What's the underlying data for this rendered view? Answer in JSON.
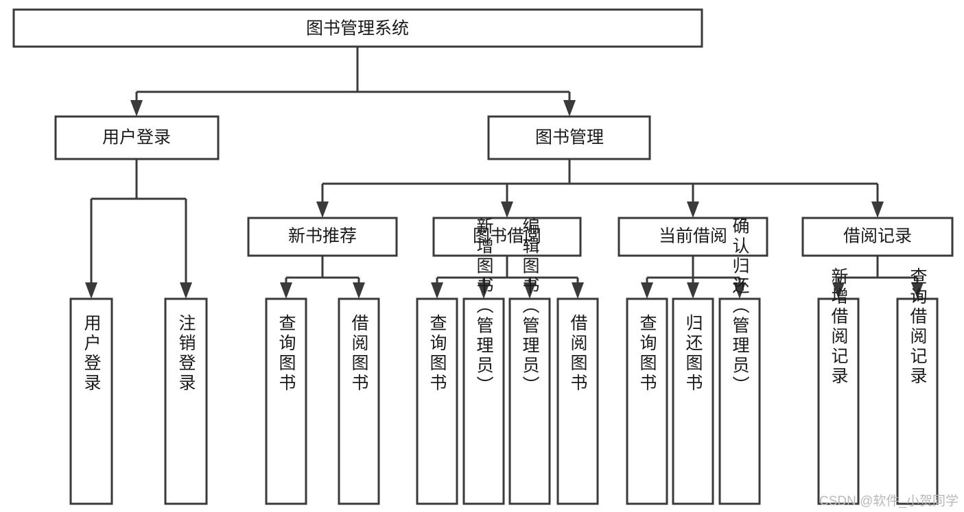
{
  "diagram": {
    "title": "图书管理系统",
    "watermark": "CSDN @软件_小贺同学",
    "colors": {
      "stroke": "#3a3a3a",
      "fill": "#ffffff",
      "text": "#1a1a1a",
      "watermark": "#b9b9b9",
      "background": "#ffffff"
    },
    "root": {
      "label": "图书管理系统"
    },
    "level2": [
      {
        "label": "用户登录"
      },
      {
        "label": "图书管理"
      }
    ],
    "level3": [
      {
        "label": "新书推荐"
      },
      {
        "label": "图书借阅"
      },
      {
        "label": "当前借阅"
      },
      {
        "label": "借阅记录"
      }
    ],
    "leaves": {
      "user_login": [
        {
          "label": "用户登录"
        },
        {
          "label": "注销登录"
        }
      ],
      "new_book_recommend": [
        {
          "label": "查询图书"
        },
        {
          "label": "借阅图书"
        }
      ],
      "book_borrow": [
        {
          "label": "查询图书"
        },
        {
          "label": "新增图书（管理员）"
        },
        {
          "label": "编辑图书（管理员）"
        },
        {
          "label": "借阅图书"
        }
      ],
      "current_borrow": [
        {
          "label": "查询图书"
        },
        {
          "label": "归还图书"
        },
        {
          "label": "确认归还（管理员）"
        }
      ],
      "borrow_record": [
        {
          "label": "新增借阅记录"
        },
        {
          "label": "查询借阅记录"
        }
      ]
    }
  }
}
